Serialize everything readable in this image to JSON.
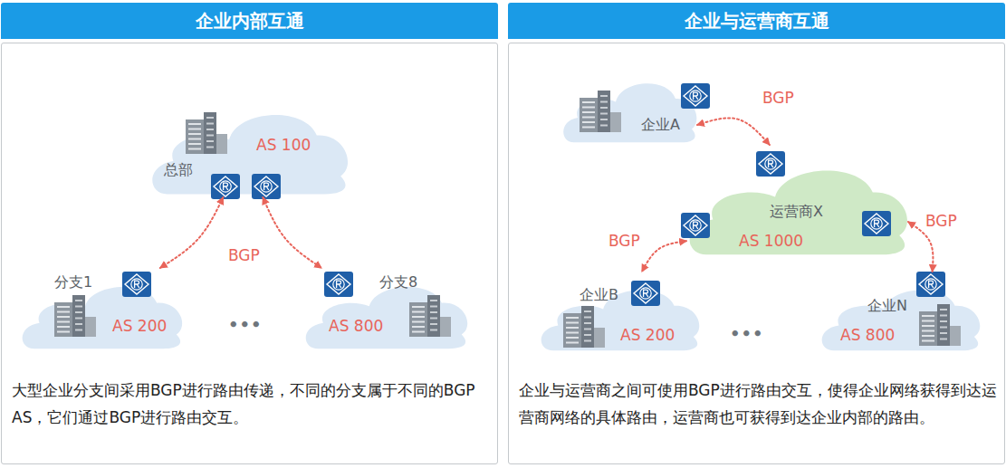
{
  "diagram": {
    "nodes": [
      {
        "text": [
          "企业内部互通",
          "大型企业分支间采用BGP进行路由传递，不同的分支属于不同的BGP AS，它们通过BGP进行路由交互。"
        ]
      },
      {
        "text": [
          "总部",
          "AS 100"
        ],
        "in": 0
      },
      {
        "text": [
          "分支1",
          "AS 200"
        ],
        "in": 0
      },
      {
        "text": [
          "分支8",
          "AS 800"
        ],
        "in": 0
      },
      {
        "text": [
          "企业与运营商互通",
          "企业与运营商之间可使用BGP进行路由交互，使得企业网络获得到达运营商网络的具体路由，运营商也可获得到达企业内部的路由。"
        ]
      },
      {
        "text": [
          "企业A"
        ],
        "in": 4
      },
      {
        "text": [
          "运营商X",
          "AS 1000"
        ],
        "in": 4
      },
      {
        "text": [
          "企业B",
          "AS 200"
        ],
        "in": 4
      },
      {
        "text": [
          "企业N",
          "AS 800"
        ],
        "in": 4
      }
    ],
    "edges": [
      {
        "from": 1,
        "to": 2,
        "arrow": "both"
      },
      {
        "from": 1,
        "to": 3,
        "arrow": "both"
      },
      {
        "from": 5,
        "to": 6,
        "label": "BGP",
        "arrow": "both"
      },
      {
        "from": 6,
        "to": 7,
        "label": "BGP",
        "arrow": "both"
      },
      {
        "from": 6,
        "to": 8,
        "label": "BGP",
        "arrow": "both"
      }
    ],
    "labels": [
      "BGP",
      "•••",
      "•••"
    ]
  }
}
